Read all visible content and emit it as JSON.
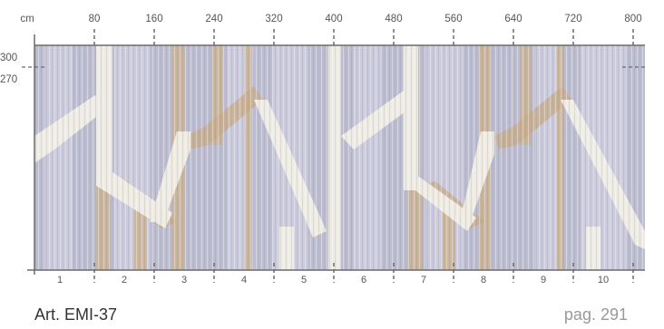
{
  "ruler": {
    "unit": "cm",
    "x_ticks": [
      "80",
      "160",
      "240",
      "320",
      "400",
      "480",
      "560",
      "640",
      "720",
      "800"
    ],
    "y_ticks": [
      "300",
      "270"
    ]
  },
  "panels": [
    "1",
    "2",
    "3",
    "4",
    "5",
    "6",
    "7",
    "8",
    "9",
    "10"
  ],
  "footer": {
    "article": "Art. EMI-37",
    "page": "pag. 291"
  },
  "colors": {
    "lavender": "#b3b3cc",
    "lavender_light": "#cfcfe0",
    "beige": "#cdb495",
    "cream": "#efece4",
    "frame": "#6b6b6b"
  }
}
